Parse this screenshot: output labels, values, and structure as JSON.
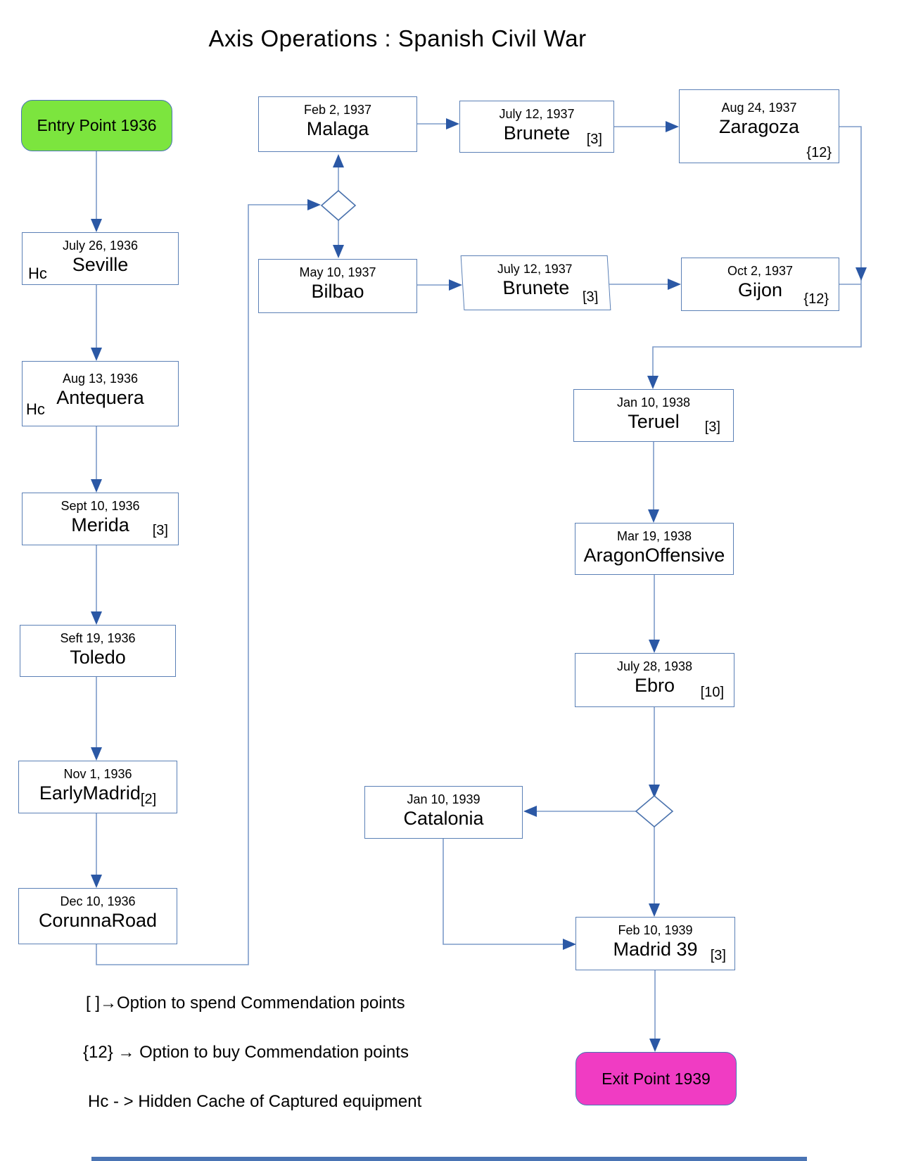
{
  "title": "Axis Operations : Spanish Civil War",
  "nodes": {
    "entry": {
      "label": "Entry Point 1936"
    },
    "seville": {
      "date": "July 26, 1936",
      "name": "Seville",
      "badge": "Hc"
    },
    "antequera": {
      "date": "Aug 13, 1936",
      "name": "Antequera",
      "badge": "Hc"
    },
    "merida": {
      "date": "Sept 10, 1936",
      "name": "Merida",
      "tag": "[3]"
    },
    "toledo": {
      "date": "Seft 19, 1936",
      "name": "Toledo"
    },
    "earlymadrid": {
      "date": "Nov 1, 1936",
      "name": "EarlyMadrid",
      "tag": "[2]"
    },
    "corunnaroad": {
      "date": "Dec 10, 1936",
      "name": "CorunnaRoad"
    },
    "malaga": {
      "date": "Feb 2, 1937",
      "name": "Malaga"
    },
    "brunete1": {
      "date": "July 12, 1937",
      "name": "Brunete",
      "tag": "[3]"
    },
    "zaragoza": {
      "date": "Aug 24, 1937",
      "name": "Zaragoza",
      "tag": "{12}"
    },
    "bilbao": {
      "date": "May 10, 1937",
      "name": "Bilbao"
    },
    "brunete2": {
      "date": "July 12, 1937",
      "name": "Brunete",
      "tag": "[3]"
    },
    "gijon": {
      "date": "Oct 2, 1937",
      "name": "Gijon",
      "tag": "{12}"
    },
    "teruel": {
      "date": "Jan 10, 1938",
      "name": "Teruel",
      "tag": "[3]"
    },
    "aragon": {
      "date": "Mar 19, 1938",
      "name": "AragonOffensive"
    },
    "ebro": {
      "date": "July 28, 1938",
      "name": "Ebro",
      "tag": "[10]"
    },
    "catalonia": {
      "date": "Jan 10, 1939",
      "name": "Catalonia"
    },
    "madrid39": {
      "date": "Feb 10, 1939",
      "name": "Madrid 39",
      "tag": "[3]"
    },
    "exit": {
      "label": "Exit Point 1939"
    }
  },
  "legend": {
    "spend": "[ ]→Option to spend Commendation points",
    "buy": "{12} → Option to buy Commendation points",
    "hidden_cache": "Hc - > Hidden Cache of Captured equipment"
  },
  "colors": {
    "entry_fill": "#7ce53e",
    "exit_fill": "#f03cc3",
    "line": "#7d9bc9",
    "arrowhead": "#2b58a5",
    "box_border": "#5b80b6"
  }
}
